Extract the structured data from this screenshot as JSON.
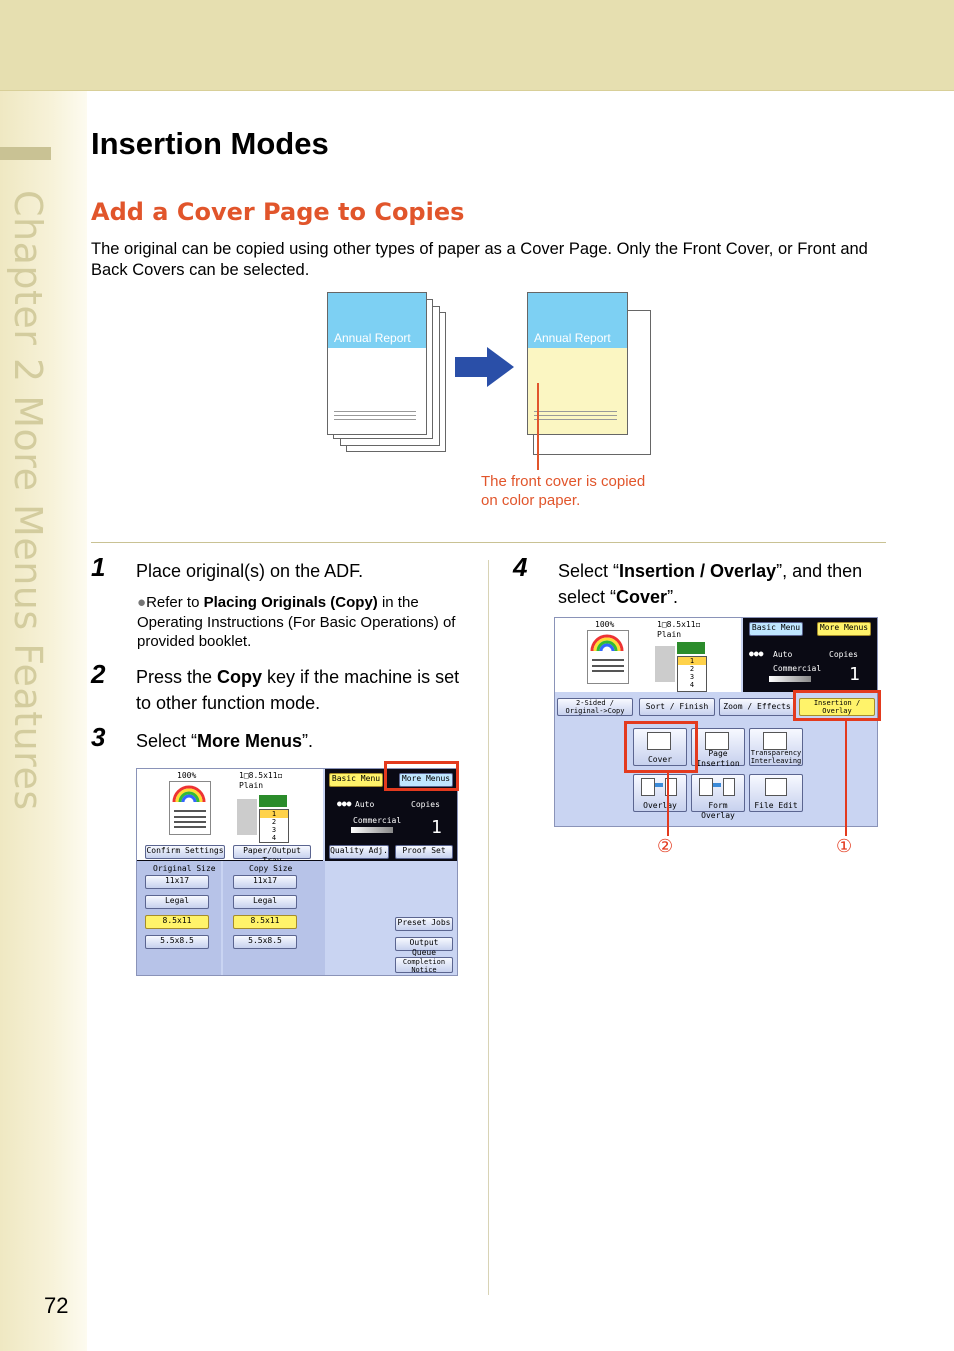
{
  "chapter_tab": "Chapter 2   More Menus Features",
  "page_number": "72",
  "title": "Insertion Modes",
  "section_title": "Add a Cover Page to Copies",
  "intro": "The original can be copied using other types of paper as a Cover Page. Only the Front Cover, or Front and Back Covers can be selected.",
  "illustration": {
    "left_doc_label": "Annual Report",
    "right_doc_label": "Annual Report",
    "callout_line1": "The front cover is copied",
    "callout_line2": "on color paper."
  },
  "steps": [
    {
      "num": "1",
      "text": "Place original(s) on the ADF.",
      "note_pre": "Refer to ",
      "note_bold": "Placing Originals (Copy)",
      "note_post": " in the Operating Instructions (For Basic Operations) of provided booklet."
    },
    {
      "num": "2",
      "pre": "Press the ",
      "bold": "Copy",
      "post": " key if the machine is set to other function mode."
    },
    {
      "num": "3",
      "pre": "Select “",
      "bold": "More Menus",
      "post": "”."
    },
    {
      "num": "4",
      "pre": "Select “",
      "bold": "Insertion / Overlay",
      "mid": "”, and then select “",
      "bold2": "Cover",
      "post": "”."
    }
  ],
  "screen1": {
    "zoom": "100%",
    "paper": "1□8.5x11◻",
    "paper_type": "Plain",
    "basic_menu": "Basic Menu",
    "more_menus": "More Menus",
    "auto": "Auto",
    "copies_label": "Copies",
    "copies_value": "1",
    "commercial": "Commercial",
    "confirm_settings": "Confirm Settings",
    "paper_output_tray": "Paper/Output Tray",
    "quality_adj": "Quality Adj.",
    "proof_set": "Proof Set",
    "original_size": "Original Size",
    "copy_size": "Copy Size",
    "orig_sizes": [
      "11x17",
      "Legal",
      "8.5x11",
      "5.5x8.5"
    ],
    "copy_sizes": [
      "11x17",
      "Legal",
      "8.5x11",
      "5.5x8.5"
    ],
    "preset_jobs": "Preset Jobs",
    "output_queue": "Output Queue",
    "completion_notice": "Completion Notice",
    "tray_numbers": [
      "1",
      "2",
      "3",
      "4"
    ]
  },
  "screen2": {
    "zoom": "100%",
    "paper": "1□8.5x11◻",
    "paper_type": "Plain",
    "basic_menu": "Basic Menu",
    "more_menus": "More Menus",
    "auto": "Auto",
    "copies_label": "Copies",
    "copies_value": "1",
    "commercial": "Commercial",
    "tabs": [
      "2-Sided / Original->Copy",
      "Sort / Finish",
      "Zoom / Effects",
      "Insertion / Overlay"
    ],
    "functions": [
      "Cover",
      "Page Insertion",
      "Transparency Interleaving",
      "Overlay",
      "Form Overlay",
      "File Edit"
    ],
    "tray_numbers": [
      "1",
      "2",
      "3",
      "4"
    ],
    "callout_2": "②",
    "callout_1": "①"
  },
  "colors": {
    "accent": "#e1552b",
    "band": "#e6dfb0",
    "callout_red": "#e33a1e",
    "cover_blue": "#7dd0f3"
  }
}
